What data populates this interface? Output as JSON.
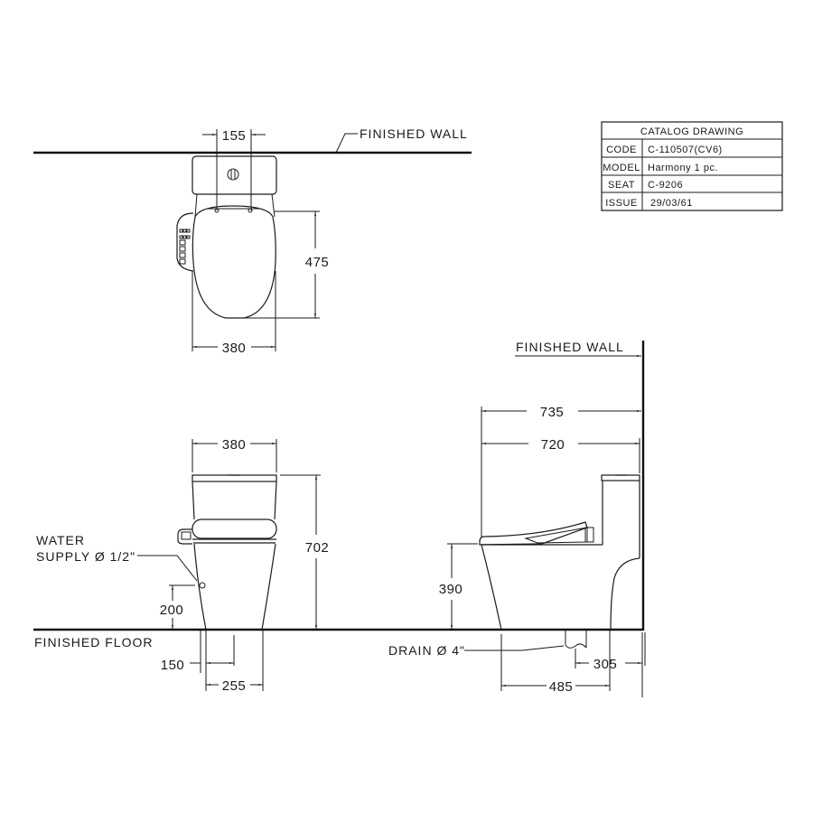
{
  "title_block": {
    "header": "CATALOG DRAWING",
    "rows": [
      {
        "label": "CODE",
        "value": "C-110507(CV6)"
      },
      {
        "label": "MODEL",
        "value": "Harmony 1 pc."
      },
      {
        "label": "SEAT",
        "value": "C-9206"
      },
      {
        "label": "ISSUE",
        "value": "29/03/61"
      }
    ]
  },
  "top_view": {
    "wall_label": "FINISHED WALL",
    "dim_bolt_spacing": "155",
    "dim_depth": "475",
    "dim_width": "380"
  },
  "front_view": {
    "dim_width": "380",
    "dim_height": "702",
    "water_supply_label_1": "WATER",
    "water_supply_label_2": "SUPPLY Ø 1/2\"",
    "dim_supply_height": "200",
    "floor_label": "FINISHED FLOOR",
    "dim_supply_offset": "150",
    "dim_base_width": "255"
  },
  "side_view": {
    "wall_label": "FINISHED WALL",
    "dim_overall_depth": "735",
    "dim_body_depth": "720",
    "dim_seat_height": "390",
    "drain_label": "DRAIN Ø 4\"",
    "dim_drain_to_front": "485",
    "dim_drain_to_wall": "305"
  }
}
